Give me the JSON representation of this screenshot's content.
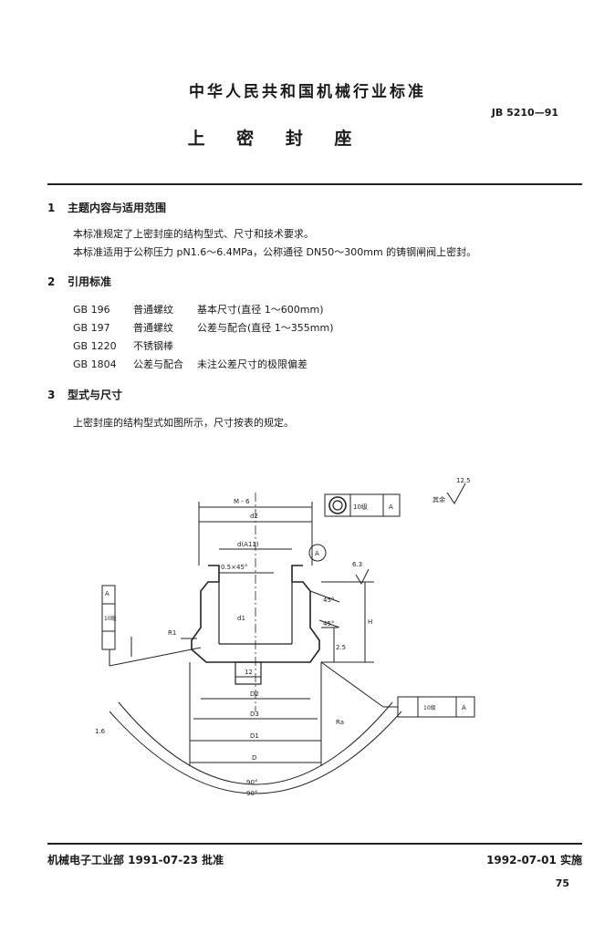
{
  "header": {
    "organization": "中华人民共和国机械行业标准",
    "standard_code": "JB 5210—91",
    "title": "上 密 封 座"
  },
  "sections": [
    {
      "number": "1",
      "heading": "主题内容与适用范围",
      "paragraphs": [
        "本标准规定了上密封座的结构型式、尺寸和技术要求。",
        "本标准适用于公称压力 pN1.6～6.4MPa，公称通径 DN50～300mm 的铸钢闸阀上密封。"
      ]
    },
    {
      "number": "2",
      "heading": "引用标准",
      "references": [
        {
          "code": "GB 196",
          "name": "普通螺纹",
          "desc": "基本尺寸(直径 1～600mm)"
        },
        {
          "code": "GB 197",
          "name": "普通螺纹",
          "desc": "公差与配合(直径 1～355mm)"
        },
        {
          "code": "GB 1220",
          "name": "不锈钢棒",
          "desc": ""
        },
        {
          "code": "GB 1804",
          "name": "公差与配合",
          "desc": "未注公差尺寸的极限偏差"
        }
      ]
    },
    {
      "number": "3",
      "heading": "型式与尺寸",
      "paragraphs": [
        "上密封座的结构型式如图所示，尺寸按表的规定。"
      ]
    }
  ],
  "drawing": {
    "labels": {
      "thread": "M - 6",
      "d2": "d2",
      "d_a11": "d(A11)",
      "chamfer": "0.5×45°",
      "roughness_main": "12.5",
      "roughness_rest": "其余",
      "roughness_top": "6.3",
      "datum": "A",
      "tol_top": "10级",
      "tol_left": "10级",
      "tol_right": "10级",
      "angle1": "45°",
      "angle2": "45°",
      "d1": "d1",
      "r1": "R1",
      "h": "H",
      "h2": "2.5",
      "dim12": "12",
      "D2": "D2",
      "D3": "D3",
      "D1": "D1",
      "D": "D",
      "angle90a": "90°",
      "angle90b": "90°",
      "roughness_16": "1.6",
      "roughness_r": "Ra"
    }
  },
  "footer": {
    "approval": "机械电子工业部 1991-07-23 批准",
    "implementation": "1992-07-01 实施",
    "page_number": "75"
  }
}
